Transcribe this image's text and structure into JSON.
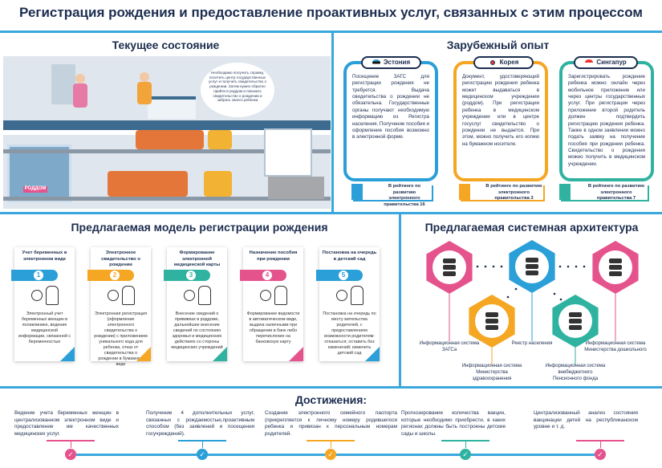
{
  "title": "Регистрация рождения и предоставление проактивных услуг, связанных с этим процессом",
  "current": {
    "heading": "Текущее состояние",
    "bubble": "Необходимо получить справку, посетить центр государственных услуг и получить свидетельство о рождении. Затем нужно обратно прийти в роддом и показать свидетельство о рождении и забрать своего ребенка",
    "hospital_sign": "РОДДОМ"
  },
  "foreign": {
    "heading": "Зарубежный опыт",
    "countries": [
      {
        "name": "Эстония",
        "color": "#2a9fd8",
        "text": "Посещение ЗАГС для регистрации рождения не требуется. Выдача свидетельства о рождении не обязательна. Государственные органы получают необходимую информацию из Регистра населения. Получение пособия и оформление пособия возможно в электронной форме.",
        "rating": "В рейтинге по развитию электронного правительства 16"
      },
      {
        "name": "Корея",
        "color": "#f5a623",
        "text": "Документ, удостоверяющий регистрацию рождения ребенка может выдаваться в медицинском учреждении (роддом). При регистрации ребенка в медицинском учреждении или в центре госуслуг свидетельство о рождении не выдается. При этом, можно получить его копию на бумажном носителе.",
        "rating": "В рейтинге по развитию электронного правительства 3"
      },
      {
        "name": "Сингапур",
        "color": "#2fb3a0",
        "text": "Зарегистрировать рождение ребенка можно онлайн через мобильное приложение или через центры государственных услуг. При регистрации через приложение второй родитель должен подтвердить регистрацию рождения ребенка. Также в одном заявлении можно подать заявку на получение пособия при рождении ребенка. Свидетельство о рождении можно получить в медицинском учреждении.",
        "rating": "В рейтинге по развитию электронного правительства 7"
      }
    ]
  },
  "model": {
    "heading": "Предлагаемая модель регистрации рождения",
    "steps": [
      {
        "num": "1",
        "color": "#2a9fd8",
        "title": "Учет беременных в электронном виде",
        "text": "Электронный учет беременных женщин в поликлинике, ведение медицинской информации, связанной с беременностью"
      },
      {
        "num": "2",
        "color": "#f5a623",
        "title": "Электронное свидетельство о рождении",
        "text": "Электронная регистрация (оформление электронного свидетельства о рождении) с приложением уникального кода для ребенка, отказ от свидетельства о рождении в бумажном виде"
      },
      {
        "num": "3",
        "color": "#2fb3a0",
        "title": "Формирование электронной медицинской карты",
        "text": "Внесение сведений о прививках в роддоме, дальнейшее внесение сведений по состоянию здоровья и медицинских действиях со стороны медицинских учреждений"
      },
      {
        "num": "4",
        "color": "#e5538d",
        "title": "Назначение пособия при рождении",
        "text": "Формирование ведомости в автоматическом виде, выдача наличными при обращении в банк либо перечисление на банковскую карту"
      },
      {
        "num": "5",
        "color": "#2a9fd8",
        "title": "Постановка на очередь в детский сад",
        "text": "Постановка на очередь по месту жительства родителей, с предоставлением возможности родителям: отказаться; оставить без изменений; изменить детский сад"
      }
    ]
  },
  "arch": {
    "heading": "Предлагаемая системная архитектура",
    "nodes": [
      {
        "label": "Информационная система ЗАГСа",
        "color": "#e5538d"
      },
      {
        "label": "Реестр населения",
        "color": "#2a9fd8"
      },
      {
        "label": "Информационная система Министерства дошкольного",
        "color": "#e5538d"
      },
      {
        "label": "Информационная система Министерства здравоохранения",
        "color": "#f5a623"
      },
      {
        "label": "Информационная система внебюджетного Пенсионного фонда",
        "color": "#2fb3a0"
      }
    ]
  },
  "achievements": {
    "heading": "Достижения:",
    "items": [
      {
        "text": "Ведение учета беременных женщин в централизованном электронном виде и предоставление им качественных медицинских услуг.",
        "color": "#e5538d"
      },
      {
        "text": "Получение 4 дополнительных услуг, связанных с рождаемостью,проактивным способом (без заявлений и посещения госучреждений).",
        "color": "#2a9fd8"
      },
      {
        "text": "Создание электронного семейного паспорта (прикрепляется к личному номеру родившегося ребенка и привязан к персональным номерам родителей.",
        "color": "#f5a623"
      },
      {
        "text": "Прогнозирование количества вакцин, которые необходимо приобрести, в каких регионах должны быть построены детские сады и школы.",
        "color": "#2fb3a0"
      },
      {
        "text": "Централизованный анализ состояния вакцинации детей на республиканском уровне и т. д.",
        "color": "#e5538d"
      }
    ],
    "check": "✓"
  }
}
